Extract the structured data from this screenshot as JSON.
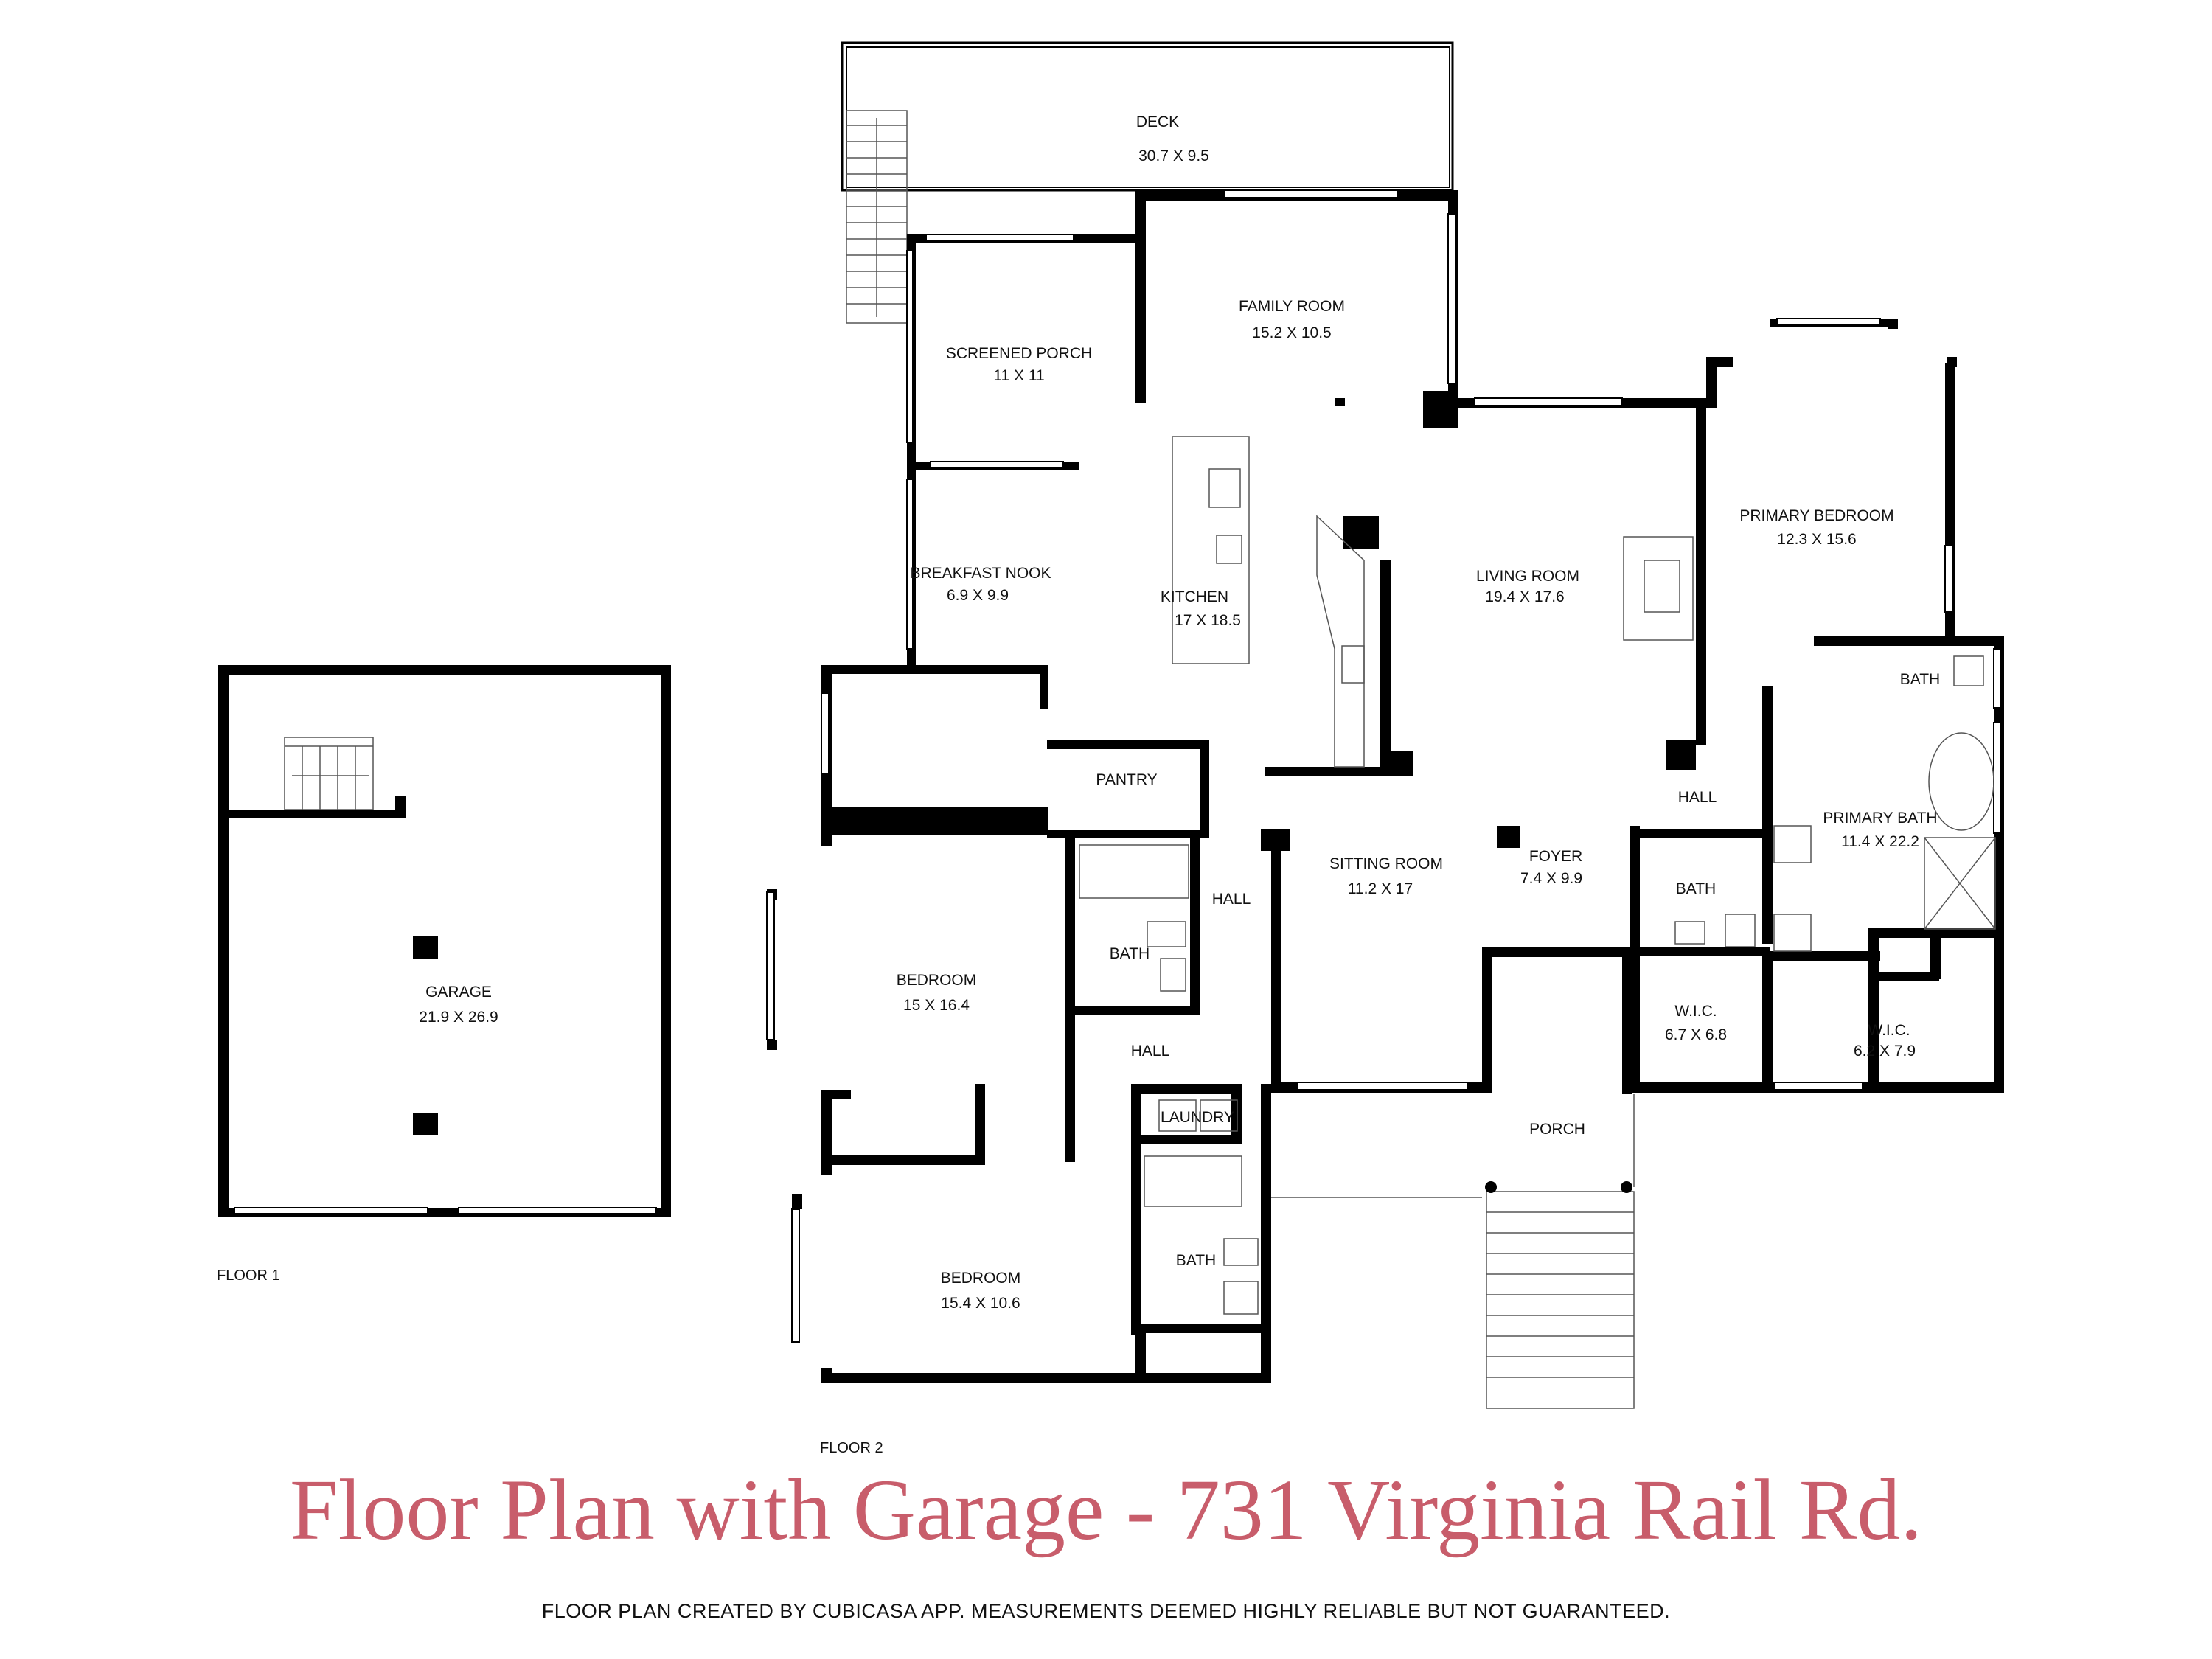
{
  "rooms": [
    {
      "id": "deck",
      "name": "DECK",
      "dims": "30.7 X 9.5"
    },
    {
      "id": "family-room",
      "name": "FAMILY ROOM",
      "dims": "15.2 X 10.5"
    },
    {
      "id": "screened-porch",
      "name": "SCREENED PORCH",
      "dims": "11 X 11"
    },
    {
      "id": "breakfast-nook",
      "name": "BREAKFAST NOOK",
      "dims": "6.9 X 9.9"
    },
    {
      "id": "kitchen",
      "name": "KITCHEN",
      "dims": "17 X 18.5"
    },
    {
      "id": "living-room",
      "name": "LIVING ROOM",
      "dims": "19.4 X 17.6"
    },
    {
      "id": "primary-bedroom",
      "name": "PRIMARY BEDROOM",
      "dims": "12.3 X 15.6"
    },
    {
      "id": "pantry",
      "name": "PANTRY",
      "dims": ""
    },
    {
      "id": "sitting-room",
      "name": "SITTING ROOM",
      "dims": "11.2 X 17"
    },
    {
      "id": "foyer",
      "name": "FOYER",
      "dims": "7.4 X 9.9"
    },
    {
      "id": "primary-bath",
      "name": "PRIMARY BATH",
      "dims": "11.4 X 22.2"
    },
    {
      "id": "bath-primary",
      "name": "BATH",
      "dims": ""
    },
    {
      "id": "hall-east",
      "name": "HALL",
      "dims": ""
    },
    {
      "id": "bath-center",
      "name": "BATH",
      "dims": ""
    },
    {
      "id": "wic-1",
      "name": "W.I.C.",
      "dims": "6.7 X 6.8"
    },
    {
      "id": "wic-2",
      "name": "W.I.C.",
      "dims": "6.2 X 7.9"
    },
    {
      "id": "bedroom-1",
      "name": "BEDROOM",
      "dims": "15 X 16.4"
    },
    {
      "id": "hall-west",
      "name": "HALL",
      "dims": ""
    },
    {
      "id": "bath-west",
      "name": "BATH",
      "dims": ""
    },
    {
      "id": "hall-lower",
      "name": "HALL",
      "dims": ""
    },
    {
      "id": "laundry",
      "name": "LAUNDRY",
      "dims": ""
    },
    {
      "id": "porch",
      "name": "PORCH",
      "dims": ""
    },
    {
      "id": "bath-lower",
      "name": "BATH",
      "dims": ""
    },
    {
      "id": "bedroom-2",
      "name": "BEDROOM",
      "dims": "15.4 X 10.6"
    },
    {
      "id": "garage",
      "name": "GARAGE",
      "dims": "21.9 X 26.9"
    }
  ],
  "floors": {
    "floor1": "FLOOR 1",
    "floor2": "FLOOR 2"
  },
  "title": "Floor Plan with Garage - 731 Virginia Rail Rd.",
  "disclaimer": "FLOOR PLAN CREATED BY CUBICASA APP. MEASUREMENTS DEEMED HIGHLY RELIABLE BUT NOT GUARANTEED.",
  "colors": {
    "title": "#c85d6b",
    "walls": "#000000",
    "text": "#111111"
  }
}
